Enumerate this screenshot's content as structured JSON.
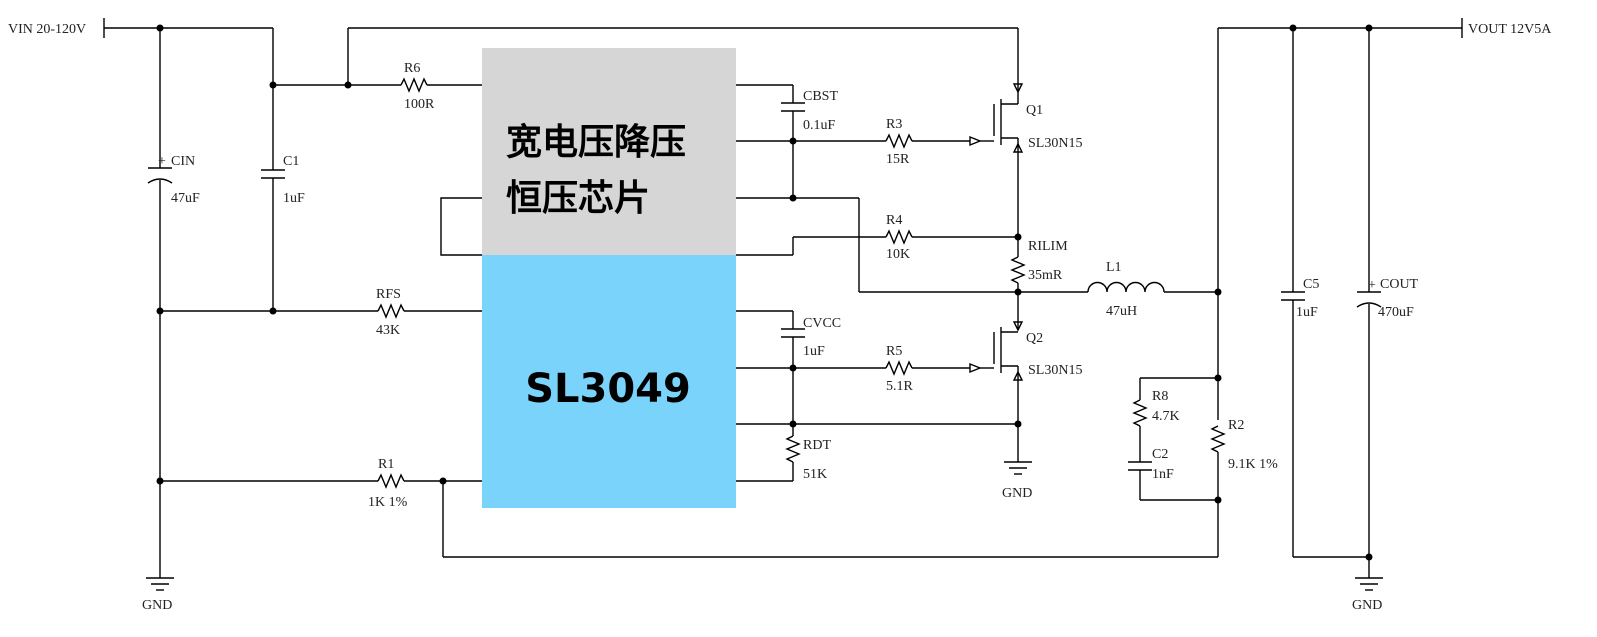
{
  "power": {
    "vin": "VIN 20-120V",
    "vout": "VOUT 12V5A",
    "gnd": "GND"
  },
  "chip": {
    "title_line1": "宽电压降压",
    "title_line2": "恒压芯片",
    "part": "SL3049",
    "color_top": "#d6d6d6",
    "color_bottom": "#7ad3fb"
  },
  "components": {
    "cin": {
      "ref": "CIN",
      "value": "47uF"
    },
    "c1": {
      "ref": "C1",
      "value": "1uF"
    },
    "r6": {
      "ref": "R6",
      "value": "100R"
    },
    "rfs": {
      "ref": "RFS",
      "value": "43K"
    },
    "r1": {
      "ref": "R1",
      "value": "1K 1%"
    },
    "cbst": {
      "ref": "CBST",
      "value": "0.1uF"
    },
    "r3": {
      "ref": "R3",
      "value": "15R"
    },
    "r4": {
      "ref": "R4",
      "value": "10K"
    },
    "cvcc": {
      "ref": "CVCC",
      "value": "1uF"
    },
    "r5": {
      "ref": "R5",
      "value": "5.1R"
    },
    "rdt": {
      "ref": "RDT",
      "value": "51K"
    },
    "q1": {
      "ref": "Q1",
      "value": "SL30N15"
    },
    "q2": {
      "ref": "Q2",
      "value": "SL30N15"
    },
    "rilim": {
      "ref": "RILIM",
      "value": "35mR"
    },
    "l1": {
      "ref": "L1",
      "value": "47uH"
    },
    "r8": {
      "ref": "R8",
      "value": "4.7K"
    },
    "c2": {
      "ref": "C2",
      "value": "1nF"
    },
    "r2": {
      "ref": "R2",
      "value": "9.1K 1%"
    },
    "c5": {
      "ref": "C5",
      "value": "1uF"
    },
    "cout": {
      "ref": "COUT",
      "value": "470uF"
    }
  }
}
